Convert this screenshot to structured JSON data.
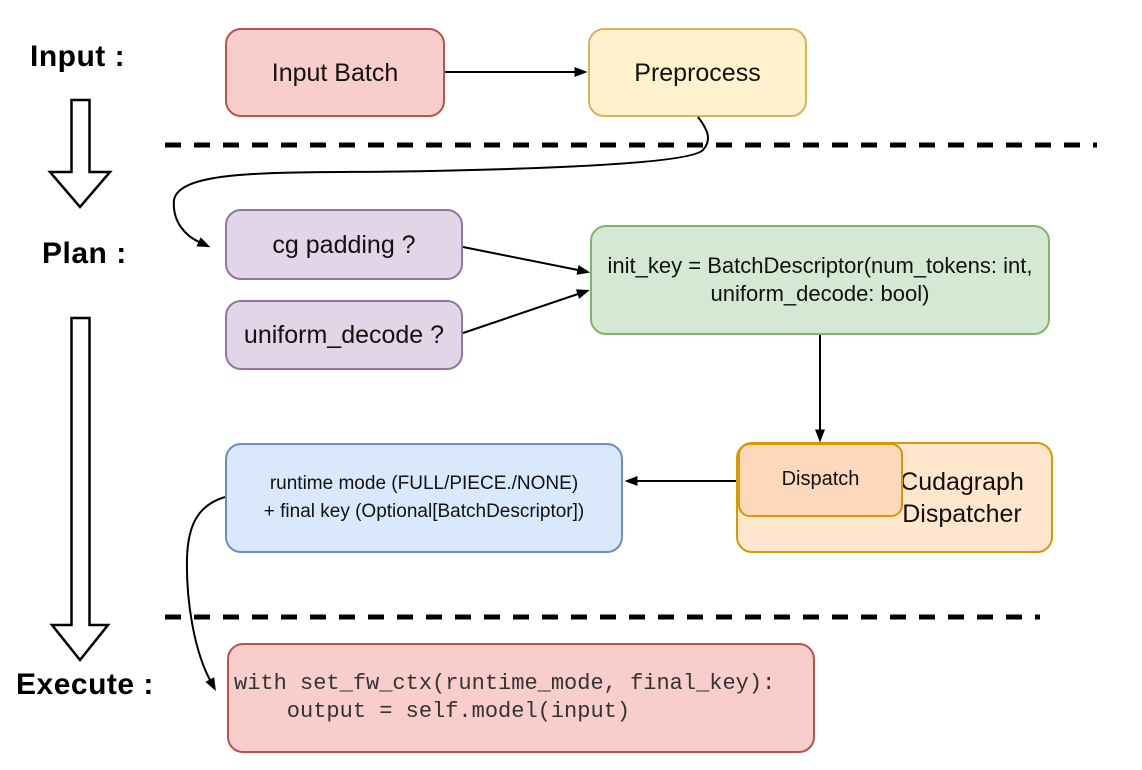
{
  "palette": {
    "red-fill": "#f8cecc",
    "red-stroke": "#b85450",
    "yellow-fill": "#fff2cc",
    "yellow-stroke": "#d6b656",
    "purple-fill": "#e1d5e7",
    "purple-stroke": "#9673a6",
    "green-fill": "#d5e8d4",
    "green-stroke": "#82b366",
    "orange-fill": "#ffe6cc",
    "orange-stroke": "#d79b00",
    "peach-fill": "#fcd8bd",
    "blue-fill": "#dae8fc",
    "blue-stroke": "#6c8ebf",
    "line-color": "#000000"
  },
  "sections": {
    "input_label": "Input :",
    "plan_label": "Plan :",
    "execute_label": "Execute :"
  },
  "nodes": {
    "input_batch": "Input Batch",
    "preprocess": "Preprocess",
    "cg_padding": "cg padding ?",
    "uniform_decode": "uniform_decode ?",
    "init_key_line1": "init_key = BatchDescriptor(num_tokens: int,",
    "init_key_line2": "uniform_decode: bool)",
    "dispatch": "Dispatch",
    "cudagraph_dispatcher_line1": "Cudagraph",
    "cudagraph_dispatcher_line2": "Dispatcher",
    "runtime_mode_line1": "runtime mode (FULL/PIECE./NONE)",
    "runtime_mode_line2": "+ final key (Optional[BatchDescriptor])",
    "execute_code_line1": "with set_fw_ctx(runtime_mode, final_key):",
    "execute_code_line2": "    output = self.model(input)"
  }
}
